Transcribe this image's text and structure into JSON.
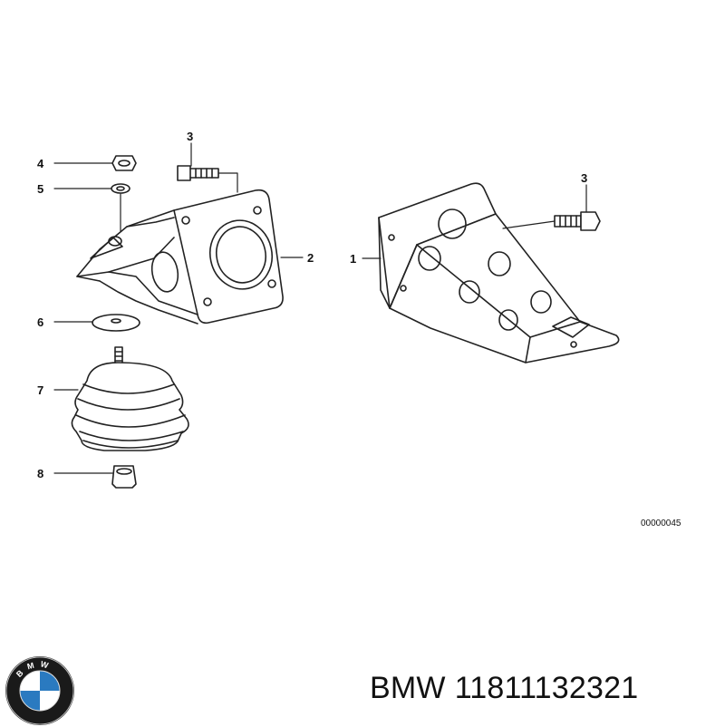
{
  "diagram": {
    "callouts": [
      "1",
      "2",
      "3",
      "3",
      "4",
      "5",
      "6",
      "7",
      "8"
    ],
    "drawing_code": "00000045"
  },
  "footer": {
    "brand": "BMW",
    "part_number": "11811132321",
    "logo_letters": "BMW"
  },
  "colors": {
    "line": "#222222",
    "logo_blue": "#2a7ac0",
    "logo_ring": "#1a1a1a"
  }
}
